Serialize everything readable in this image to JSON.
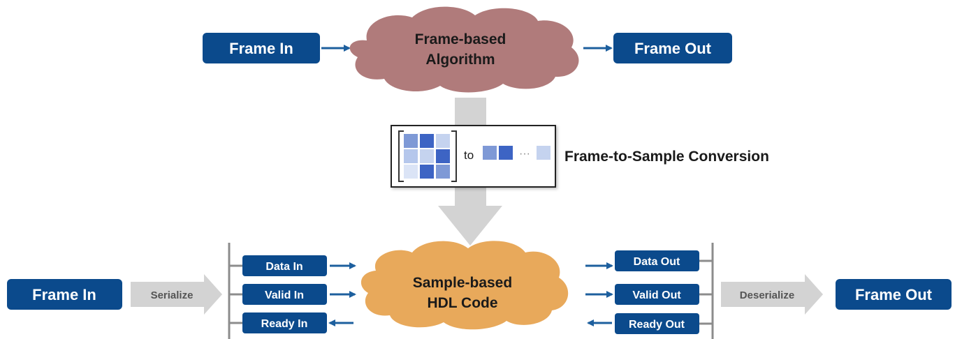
{
  "top": {
    "frame_in": "Frame In",
    "algorithm_line1": "Frame-based",
    "algorithm_line2": "Algorithm",
    "frame_out": "Frame Out"
  },
  "conversion": {
    "to_label": "to",
    "dots": "···",
    "caption": "Frame-to-Sample Conversion"
  },
  "bottom": {
    "frame_in": "Frame In",
    "serialize": "Serialize",
    "data_in": "Data In",
    "valid_in": "Valid In",
    "ready_in": "Ready In",
    "hdl_line1": "Sample-based",
    "hdl_line2": "HDL Code",
    "data_out": "Data Out",
    "valid_out": "Valid Out",
    "ready_out": "Ready Out",
    "deserialize": "Deserialize",
    "frame_out": "Frame Out"
  },
  "colors": {
    "box_blue": "#0b4a8c",
    "arrow_blue": "#1d5f9e",
    "cloud_top": "#b07b7b",
    "cloud_bottom": "#e8a95b",
    "gray_arrow": "#d3d3d3",
    "bus_gray": "#8c8c8c"
  }
}
